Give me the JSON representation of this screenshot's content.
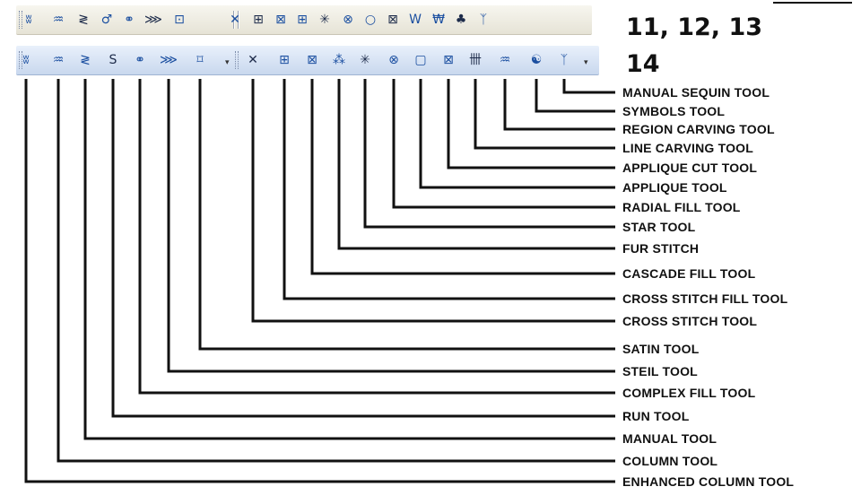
{
  "group_labels": {
    "top": "11, 12, 13",
    "bottom": "14"
  },
  "colors": {
    "icon_blue": "#1b4fa0",
    "icon_dark": "#1d2b4a",
    "leader": "#111111"
  },
  "toolbar_top": {
    "icons": [
      {
        "glyph": "ʬ",
        "name": "column-icon"
      },
      {
        "glyph": "♒",
        "name": "manual-icon"
      },
      {
        "glyph": "≷",
        "name": "run-icon"
      },
      {
        "glyph": "♂",
        "name": "complex-fill-icon"
      },
      {
        "glyph": "⚭",
        "name": "steil-icon"
      },
      {
        "glyph": "⋙",
        "name": "satin-icon"
      },
      {
        "glyph": "⊡",
        "name": "fill-icon"
      },
      {
        "glyph": "✕",
        "name": "cross-stitch-icon"
      },
      {
        "glyph": "⊞",
        "name": "cross-stitch-fill-icon"
      },
      {
        "glyph": "⊠",
        "name": "cascade-fill-icon"
      },
      {
        "glyph": "⊞",
        "name": "pattern-fill-icon"
      },
      {
        "glyph": "✳",
        "name": "star-icon"
      },
      {
        "glyph": "⊗",
        "name": "radial-fill-icon"
      },
      {
        "glyph": "○",
        "name": "applique-icon"
      },
      {
        "glyph": "⊠",
        "name": "applique-cut-icon"
      },
      {
        "glyph": "W",
        "name": "line-carving-icon"
      },
      {
        "glyph": "₩",
        "name": "region-carving-icon"
      },
      {
        "glyph": "♣",
        "name": "symbols-icon"
      },
      {
        "glyph": "ᛉ",
        "name": "manual-sequin-icon"
      }
    ]
  },
  "tools": [
    {
      "label": "ENHANCED COLUMN TOOL",
      "glyph": "ʬ",
      "name": "enhanced-column-tool-icon"
    },
    {
      "label": "COLUMN TOOL",
      "glyph": "♒",
      "name": "column-tool-icon"
    },
    {
      "label": "MANUAL TOOL",
      "glyph": "≷",
      "name": "manual-tool-icon"
    },
    {
      "label": "RUN TOOL",
      "glyph": "Ѕ",
      "name": "run-tool-icon"
    },
    {
      "label": "COMPLEX FILL TOOL",
      "glyph": "⚭",
      "name": "complex-fill-tool-icon"
    },
    {
      "label": "STEIL TOOL",
      "glyph": "⋙",
      "name": "steil-tool-icon"
    },
    {
      "label": "SATIN TOOL",
      "glyph": "⌑",
      "name": "satin-tool-icon"
    },
    {
      "label": "CROSS STITCH TOOL",
      "glyph": "✕",
      "name": "cross-stitch-tool-icon"
    },
    {
      "label": "CROSS STITCH FILL TOOL",
      "glyph": "⊞",
      "name": "cross-stitch-fill-tool-icon"
    },
    {
      "label": "CASCADE FILL TOOL",
      "glyph": "⊠",
      "name": "cascade-fill-tool-icon"
    },
    {
      "label": "FUR STITCH",
      "glyph": "⁂",
      "name": "fur-stitch-icon"
    },
    {
      "label": "STAR TOOL",
      "glyph": "✳",
      "name": "star-tool-icon"
    },
    {
      "label": "RADIAL FILL TOOL",
      "glyph": "⊗",
      "name": "radial-fill-tool-icon"
    },
    {
      "label": "APPLIQUE TOOL",
      "glyph": "▢",
      "name": "applique-tool-icon"
    },
    {
      "label": "APPLIQUE CUT TOOL",
      "glyph": "⊠",
      "name": "applique-cut-tool-icon"
    },
    {
      "label": "LINE CARVING TOOL",
      "glyph": "卌",
      "name": "line-carving-tool-icon"
    },
    {
      "label": "REGION CARVING TOOL",
      "glyph": "♒",
      "name": "region-carving-tool-icon"
    },
    {
      "label": "SYMBOLS TOOL",
      "glyph": "☯",
      "name": "symbols-tool-icon"
    },
    {
      "label": "MANUAL SEQUIN TOOL",
      "glyph": "ᛉ",
      "name": "manual-sequin-tool-icon"
    }
  ]
}
